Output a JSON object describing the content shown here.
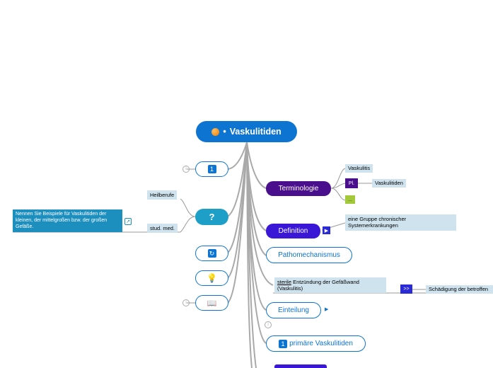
{
  "root": {
    "title": "Vaskulitiden",
    "bullet": "•"
  },
  "branches": {
    "terminologie": "Terminologie",
    "definition": "Definition",
    "pathomechanismus": "Pathomechanismus",
    "einteilung": "Einteilung",
    "primaere": "primäre Vaskulitiden"
  },
  "terminologie_children": {
    "singular": "Vaskulitis",
    "plural_tag": "Pl.",
    "plural": "Vaskulitiden",
    "more": "..."
  },
  "definition_child": "eine Gruppe chronischer Systemerkrankungen",
  "patho_child": {
    "underlined": "sterile",
    "rest": " Entzündung der Gefäßwand (Vaskulitis)",
    "arrow_tag": ">>",
    "result": "Schädigung der betroffen"
  },
  "question_node": {
    "label": "?",
    "tag_top": "Heilberufe",
    "tag_bottom": "stud. med.",
    "question_text": "Nennen Sie Beispiele für Vaskulitiden der kleinen, der mittelgroßen bzw. der großen Gefäße."
  },
  "icons": {
    "root": "orange-dot-icon",
    "node1": "number-one-icon",
    "node_refresh": "refresh-icon",
    "node_bulb": "lightbulb-icon",
    "node_book": "book-icon",
    "definition_play": "play-icon",
    "einteilung_expand": "expand-arrow-icon",
    "primaere": "number-one-icon"
  },
  "colors": {
    "accent": "#0e74d2",
    "purple": "#4a0f8c",
    "violet": "#3a17d6",
    "teal": "#1e9fc8",
    "tag_bg": "#cfe3ee"
  }
}
